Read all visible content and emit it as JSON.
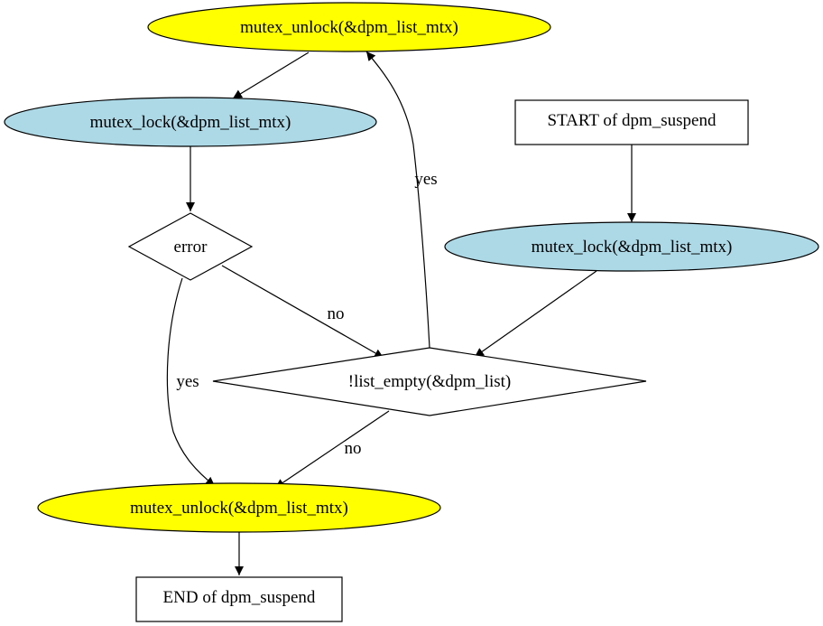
{
  "colors": {
    "unlock_fill": "#ffff00",
    "lock_fill": "#add8e6",
    "plain_fill": "#ffffff",
    "stroke": "#000000"
  },
  "nodes": {
    "unlock_top": "mutex_unlock(&dpm_list_mtx)",
    "lock_left": "mutex_lock(&dpm_list_mtx)",
    "start": "START of dpm_suspend",
    "error": "error",
    "lock_right": "mutex_lock(&dpm_list_mtx)",
    "list_empty": "!list_empty(&dpm_list)",
    "unlock_bottom": "mutex_unlock(&dpm_list_mtx)",
    "end": "END of dpm_suspend"
  },
  "edges": {
    "list_empty_to_unlock_top": "yes",
    "error_to_list_empty": "no",
    "error_to_unlock_bottom": "yes",
    "list_empty_to_unlock_bottom": "no"
  }
}
